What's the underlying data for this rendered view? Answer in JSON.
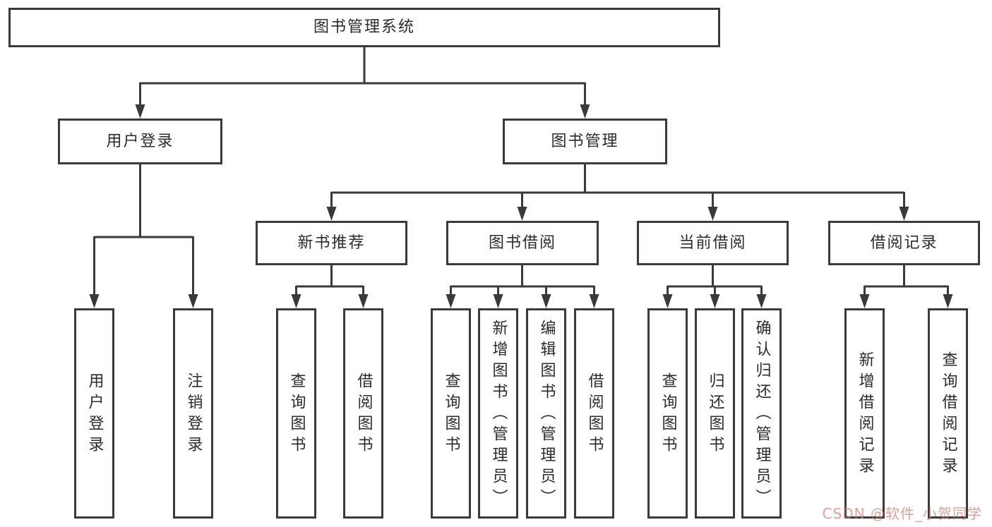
{
  "diagram_title": "图书管理系统",
  "tree": {
    "label": "图书管理系统",
    "children": [
      {
        "label": "用户登录",
        "children": [
          {
            "label": "用户登录"
          },
          {
            "label": "注销登录"
          }
        ]
      },
      {
        "label": "图书管理",
        "children": [
          {
            "label": "新书推荐",
            "children": [
              {
                "label": "查询图书"
              },
              {
                "label": "借阅图书"
              }
            ]
          },
          {
            "label": "图书借阅",
            "children": [
              {
                "label": "查询图书"
              },
              {
                "label": "新增图书（管理员）"
              },
              {
                "label": "编辑图书（管理员）"
              },
              {
                "label": "借阅图书"
              }
            ]
          },
          {
            "label": "当前借阅",
            "children": [
              {
                "label": "查询图书"
              },
              {
                "label": "归还图书"
              },
              {
                "label": "确认归还（管理员）"
              }
            ]
          },
          {
            "label": "借阅记录",
            "children": [
              {
                "label": "新增借阅记录"
              },
              {
                "label": "查询借阅记录"
              }
            ]
          }
        ]
      }
    ]
  },
  "watermark": {
    "text": "CSDN @软件_小贺同学",
    "color": "#cf7b74"
  },
  "colors": {
    "line": "#3a3a3a",
    "text": "#2b2b2b",
    "box_background": "#ffffff",
    "page_background": "#ffffff"
  }
}
